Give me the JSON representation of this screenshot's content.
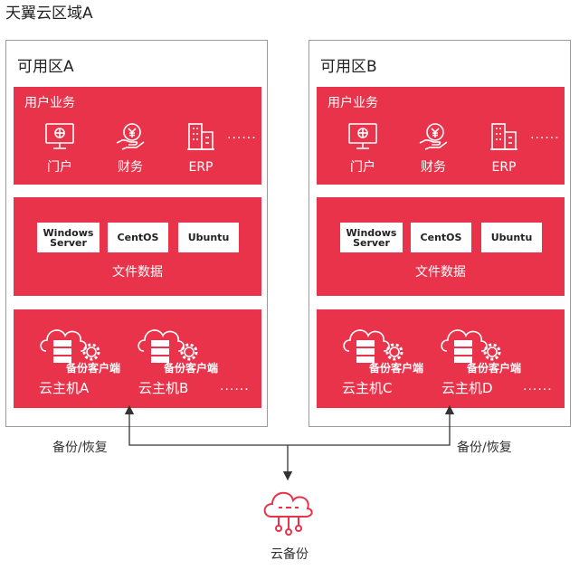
{
  "region": {
    "title": "天翼云区域A"
  },
  "zones": [
    {
      "title": "可用区A",
      "business": {
        "label": "用户业务",
        "items": [
          "门户",
          "财务",
          "ERP"
        ],
        "more": "······"
      },
      "os": {
        "items": [
          "Windows Server",
          "CentOS",
          "Ubuntu"
        ],
        "label": "文件数据"
      },
      "hosts": {
        "agent_label": "备份客户端",
        "items": [
          "云主机A",
          "云主机B"
        ],
        "more": "······"
      }
    },
    {
      "title": "可用区B",
      "business": {
        "label": "用户业务",
        "items": [
          "门户",
          "财务",
          "ERP"
        ],
        "more": "······"
      },
      "os": {
        "items": [
          "Windows Server",
          "CentOS",
          "Ubuntu"
        ],
        "label": "文件数据"
      },
      "hosts": {
        "agent_label": "备份客户端",
        "items": [
          "云主机C",
          "云主机D"
        ],
        "more": "······"
      }
    }
  ],
  "links": {
    "left_label": "备份/恢复",
    "right_label": "备份/恢复"
  },
  "cloud_backup": {
    "label": "云备份",
    "icon": "cloud-backup-icon"
  },
  "colors": {
    "panel": "#e8334a",
    "border": "#9a9a9a",
    "line": "#333333"
  }
}
